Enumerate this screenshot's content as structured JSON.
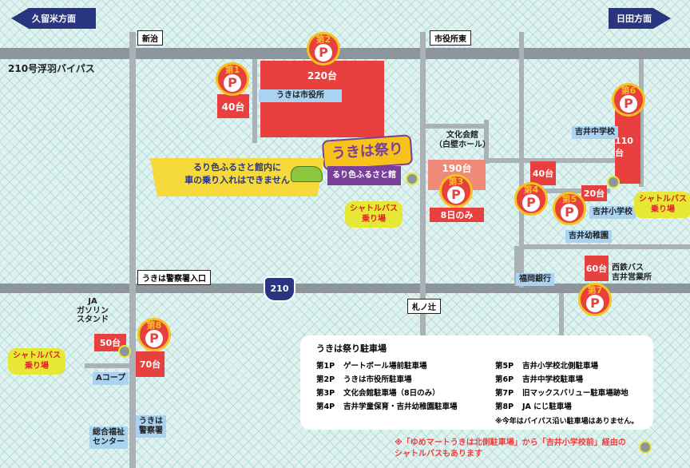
{
  "directions": {
    "left": "久留米方面",
    "right": "日田方面"
  },
  "roads": {
    "bypass": "210号浮羽バイパス",
    "route_number": "210"
  },
  "intersections": {
    "shinji": "新治",
    "shiyakusho_higashi": "市役所東",
    "keisatsusho_iriguchi": "うきは警察署入口",
    "fudanotsuji": "札ノ辻"
  },
  "buildings": {
    "city_hall": "うきは市役所",
    "culture_hall": "文化会館\n（白壁ホール）",
    "yoshii_jhs": "吉井中学校",
    "yoshii_es": "吉井小学校",
    "yoshii_kindergarten": "吉井幼稚園",
    "fukuoka_bank": "福岡銀行",
    "nishitetsu_bus": "西鉄バス\n吉井営業所",
    "ja_gas": "JA\nガソリン\nスタンド",
    "a_coop": "Aコープ",
    "welfare_center": "総合福祉\nセンター",
    "police": "うきは\n警察署",
    "furusato_kan": "るり色ふるさと館"
  },
  "festival_logo": "うきは祭り",
  "banner": "るり色ふるさと館内に\n車の乗り入れはできません",
  "shuttle_label": "シャトルバス\n乗り場",
  "parking": [
    {
      "id": "p1",
      "label": "第1",
      "capacity": "40台"
    },
    {
      "id": "p2",
      "label": "第2",
      "capacity": "220台"
    },
    {
      "id": "p3",
      "label": "第3",
      "capacity": "190台",
      "note": "8日のみ"
    },
    {
      "id": "p4",
      "label": "第4",
      "capacity": "40台"
    },
    {
      "id": "p5",
      "label": "第5",
      "capacity": "20台"
    },
    {
      "id": "p6",
      "label": "第6",
      "capacity": "110台"
    },
    {
      "id": "p7",
      "label": "第7",
      "capacity": "60台"
    },
    {
      "id": "p8",
      "label": "第8",
      "capacity": "70台",
      "capacity2": "50台"
    }
  ],
  "legend": {
    "title": "うきは祭り駐車場",
    "items_left": [
      {
        "code": "第1P",
        "name": "ゲートボール場前駐車場"
      },
      {
        "code": "第2P",
        "name": "うきは市役所駐車場"
      },
      {
        "code": "第3P",
        "name": "文化会館駐車場（8日のみ）"
      },
      {
        "code": "第4P",
        "name": "吉井学童保育・吉井幼稚園駐車場"
      }
    ],
    "items_right": [
      {
        "code": "第5P",
        "name": "吉井小学校北側駐車場"
      },
      {
        "code": "第6P",
        "name": "吉井中学校駐車場"
      },
      {
        "code": "第7P",
        "name": "旧マックスバリュー駐車場跡地"
      },
      {
        "code": "第8P",
        "name": "JA にじ駐車場"
      }
    ],
    "note": "※今年はバイパス沿い駐車場はありません。"
  },
  "footnote": "※「ゆめマートうきは北側駐車場」から「吉井小学校前」経由の\nシャトルバスもあります",
  "colors": {
    "parking_red": "#e8403f",
    "pin_yellow": "#f6c21b",
    "direction_navy": "#2a3580",
    "shuttle_yellow": "#e6e835",
    "building_blue": "#a9d3f0",
    "logo_purple": "#7a3f9a"
  }
}
